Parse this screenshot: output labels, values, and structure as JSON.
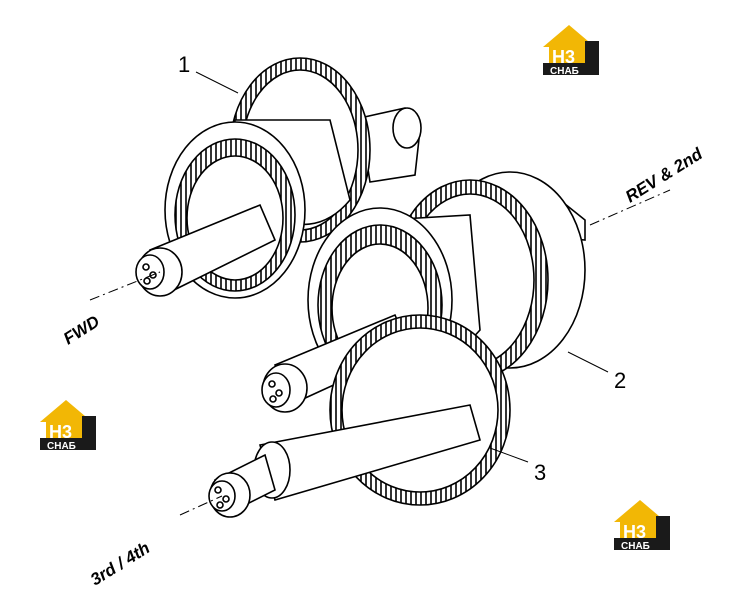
{
  "callouts": {
    "c1": "1",
    "c2": "2",
    "c3": "3"
  },
  "labels": {
    "fwd": "FWD",
    "rev": "REV & 2nd",
    "third": "3rd / 4th"
  },
  "logo": {
    "mark": "H3",
    "word": "СНАБ",
    "colors": {
      "roof": "#f2b705",
      "body": "#1a1a1a"
    }
  },
  "colors": {
    "line": "#000000",
    "background": "#ffffff"
  }
}
